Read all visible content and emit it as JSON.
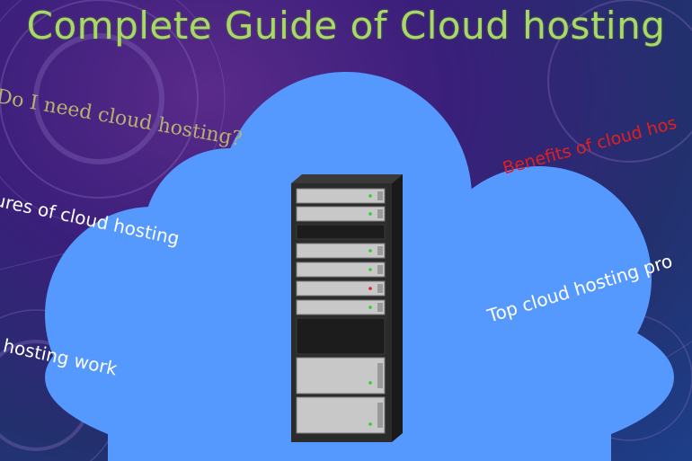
{
  "title": "Complete Guide of Cloud hosting",
  "labels": {
    "do_i_need": "Do I need cloud hosting?",
    "features": "ures of cloud hosting",
    "how_work": "hosting work",
    "benefits": "Benefits of cloud hos",
    "top_providers": "Top cloud  hosting pro"
  },
  "colors": {
    "cloud": "#5599ff",
    "title": "#a8d86a",
    "benefits": "#e02020"
  },
  "icons": [
    "server-rack-icon",
    "cloud-icon"
  ]
}
